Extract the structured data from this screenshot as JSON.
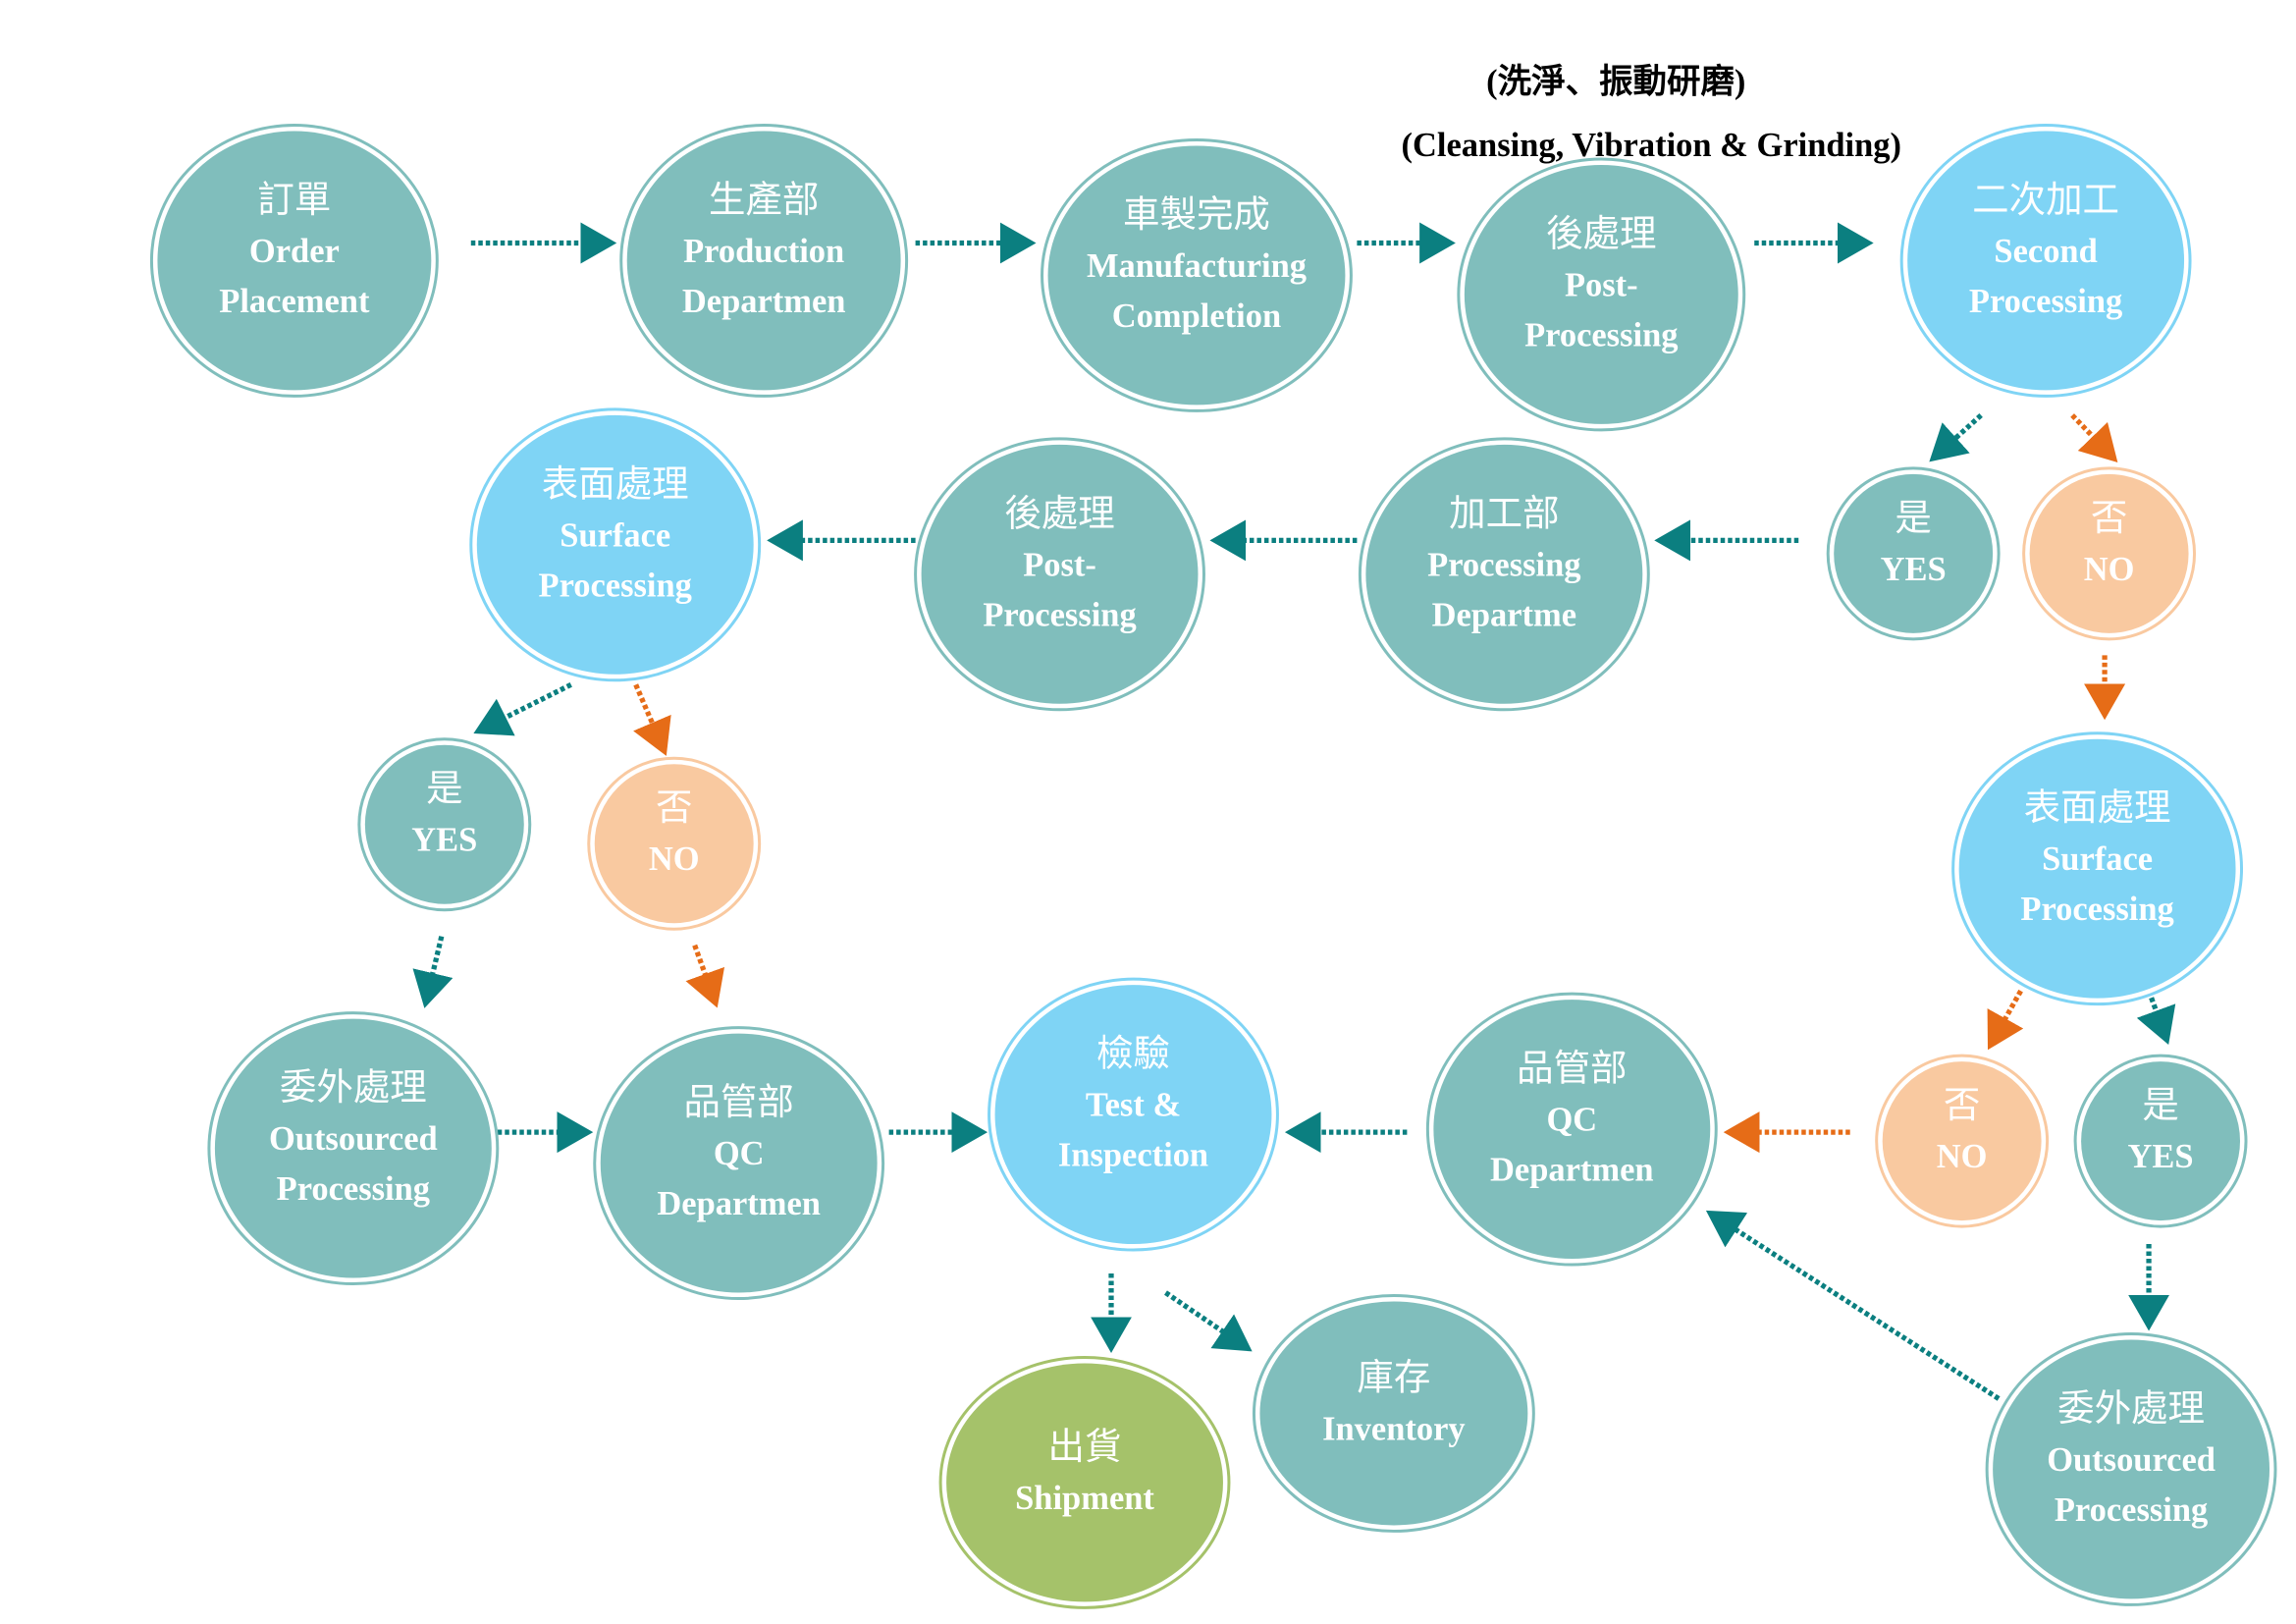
{
  "header": {
    "note_zh": "(洗淨、振動研磨)",
    "note_en": "(Cleansing, Vibration & Grinding)"
  },
  "colors": {
    "process": "#80BEBC",
    "highlight": "#7FD4F5",
    "no": "#F9C9A0",
    "shipment": "#A5C26A",
    "arrow_main": "#0B7F80",
    "arrow_no": "#E66C17"
  },
  "nodes": [
    {
      "id": "order",
      "type": "process",
      "lines": [
        "訂單",
        "Order",
        "Placement"
      ]
    },
    {
      "id": "production",
      "type": "process",
      "lines": [
        "生產部",
        "Production",
        "Departmen"
      ]
    },
    {
      "id": "manufacturing",
      "type": "process",
      "lines": [
        "車製完成",
        "Manufacturing",
        "Completion"
      ]
    },
    {
      "id": "post1",
      "type": "process",
      "lines": [
        "後處理",
        "Post-",
        "Processing"
      ]
    },
    {
      "id": "second",
      "type": "highlight",
      "lines": [
        "二次加工",
        "Second",
        "Processing"
      ]
    },
    {
      "id": "yes1",
      "type": "process",
      "lines": [
        "是",
        "YES"
      ]
    },
    {
      "id": "no1",
      "type": "no",
      "lines": [
        "否",
        "NO"
      ]
    },
    {
      "id": "processing-dept",
      "type": "process",
      "lines": [
        "加工部",
        "Processing",
        "Departme"
      ]
    },
    {
      "id": "post2",
      "type": "process",
      "lines": [
        "後處理",
        "Post-",
        "Processing"
      ]
    },
    {
      "id": "surface1",
      "type": "highlight",
      "lines": [
        "表面處理",
        "Surface",
        "Processing"
      ]
    },
    {
      "id": "yes2",
      "type": "process",
      "lines": [
        "是",
        "YES"
      ]
    },
    {
      "id": "no2",
      "type": "no",
      "lines": [
        "否",
        "NO"
      ]
    },
    {
      "id": "surface2",
      "type": "highlight",
      "lines": [
        "表面處理",
        "Surface",
        "Processing"
      ]
    },
    {
      "id": "outsourced1",
      "type": "process",
      "lines": [
        "委外處理",
        "Outsourced",
        "Processing"
      ]
    },
    {
      "id": "qc1",
      "type": "process",
      "lines": [
        "品管部",
        "QC",
        "Departmen"
      ]
    },
    {
      "id": "test",
      "type": "highlight",
      "lines": [
        "檢驗",
        "Test &",
        "Inspection"
      ]
    },
    {
      "id": "qc2",
      "type": "process",
      "lines": [
        "品管部",
        "QC",
        "Departmen"
      ]
    },
    {
      "id": "no3",
      "type": "no",
      "lines": [
        "否",
        "NO"
      ]
    },
    {
      "id": "yes3",
      "type": "process",
      "lines": [
        "是",
        "YES"
      ]
    },
    {
      "id": "outsourced2",
      "type": "process",
      "lines": [
        "委外處理",
        "Outsourced",
        "Processing"
      ]
    },
    {
      "id": "shipment",
      "type": "shipment",
      "lines": [
        "出貨",
        "Shipment"
      ]
    },
    {
      "id": "inventory",
      "type": "process",
      "lines": [
        "庫存",
        "Inventory"
      ]
    }
  ]
}
